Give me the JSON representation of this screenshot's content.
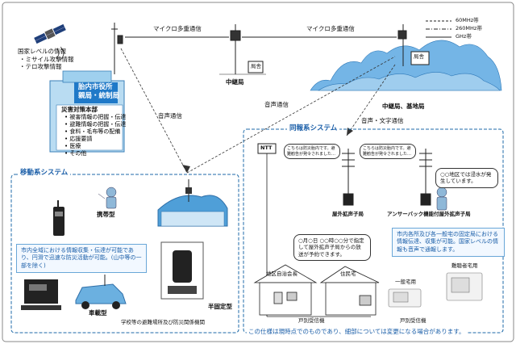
{
  "left_labels": {
    "national_info_title": "国家レベルの情報",
    "national_info_items": [
      "・ミサイル攻撃情報",
      "・テロ攻撃情報"
    ]
  },
  "city_hall": {
    "title": "胎内市役所",
    "subtitle": "親局・統制局",
    "hq_title": "災害対策本部",
    "hq_items": [
      "被害情報の把握・伝達",
      "避難情報の把握・伝達",
      "食料・毛布等の配備",
      "応援要請",
      "医療",
      "その他"
    ]
  },
  "links": {
    "microwave_1": "マイクロ多重通信",
    "microwave_2": "マイクロ多重通信",
    "voice_1": "音声通信",
    "voice_2": "音声通信",
    "voice_text": "音声・文字通信"
  },
  "relay": {
    "relay_station": "中継局",
    "relay_base_station": "中継局、基地局",
    "bureau": "局舎"
  },
  "legend": [
    {
      "label": "60MHz帯",
      "style": "dashed"
    },
    {
      "label": "260MHz帯",
      "style": "dashdot"
    },
    {
      "label": "GHz帯",
      "style": "solid"
    }
  ],
  "mobile_system": {
    "title": "移動系システム",
    "portable": "携帯型",
    "vehicle": "車載型",
    "semi_fixed": "半固定型",
    "facility_caption": "学校等の避難場所及び防災関係機関",
    "info_box": "市内全域における情報収集・伝達が可能であり、円滑で迅速な防災活動が可能。(山中等の一部を除く)"
  },
  "broadcast_system": {
    "title": "同報系システム",
    "ntt": "NTT",
    "outdoor_speaker": "屋外拡声子局",
    "answerback_speaker": "アンサーバック機能付屋外拡声子局",
    "speaker_bubble_1": "こちらは防災胎内です。避難勧告が発令されました…",
    "speaker_bubble_2": "こちらは防災胎内です。避難勧告が発令されました…",
    "speech_man": "○○地区では浸水が発生しています。",
    "speech_center": "○月○日 ○○時○○分で指定して屋外拡声子局からの放送が予約できます。",
    "house_label_1": "地区自治会長",
    "house_label_2": "住民宅",
    "receiver_label_1": "戸別受信機",
    "receiver_label_2": "戸別受信機",
    "info_box": "市内各所及び各一般宅の固定局における情報伝達、収集が可能。国家レベルの情報も音声で通報します。",
    "device_general": "一般宅用",
    "device_hearing": "難聴者宅用"
  },
  "footer": "この仕様は現時点でのものであり、細部については変更になる場合があります。"
}
